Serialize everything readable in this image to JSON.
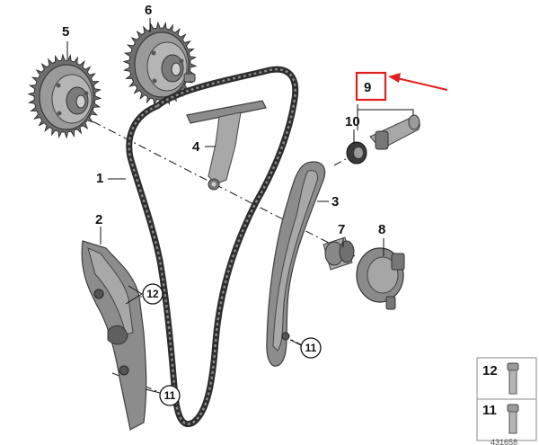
{
  "diagram": {
    "labels": {
      "p1": "1",
      "p2": "2",
      "p3": "3",
      "p4": "4",
      "p5": "5",
      "p6": "6",
      "p7": "7",
      "p8": "8",
      "p9": "9",
      "p10": "10",
      "p11a": "11",
      "p11b": "11",
      "p12": "12"
    },
    "legend": {
      "item12": "12",
      "item11": "11"
    },
    "footer_code": "431658"
  },
  "colors": {
    "highlight": "#e02020",
    "part": "#8c8c8c",
    "chain": "#2e2e2e"
  }
}
